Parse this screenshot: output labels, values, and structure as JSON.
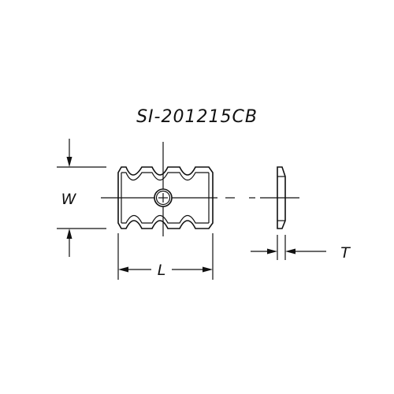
{
  "drawing": {
    "title": "SI-201215CB",
    "labels": {
      "width": "W",
      "length": "L",
      "thickness": "T"
    }
  }
}
